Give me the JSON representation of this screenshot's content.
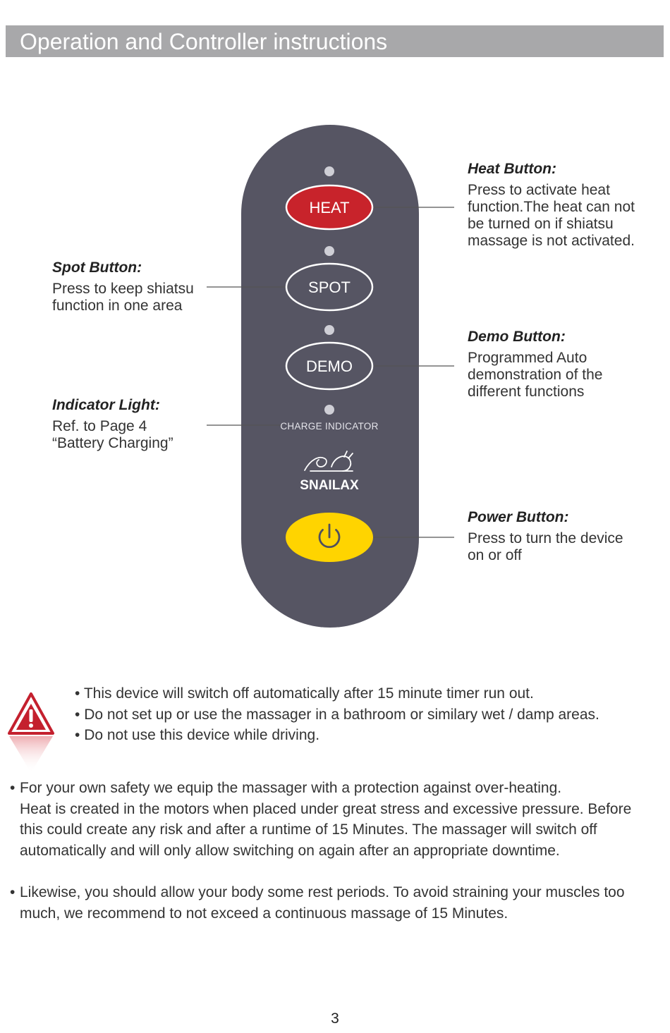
{
  "header": {
    "title": "Operation and Controller instructions"
  },
  "remote": {
    "buttons": {
      "heat": "HEAT",
      "spot": "SPOT",
      "demo": "DEMO"
    },
    "charge_indicator_label": "CHARGE INDICATOR",
    "brand": "SNAILAX",
    "colors": {
      "body": "#565563",
      "heat_button": "#c8232b",
      "power_button": "#ffd400",
      "indicator_light": "#cfcfd6"
    },
    "icons": {
      "power": "power-icon",
      "logo": "snail-logo-icon"
    }
  },
  "callouts": {
    "heat": {
      "title": "Heat Button:",
      "description": "Press to activate heat\nfunction.The heat can not\nbe turned on if shiatsu\nmassage is not activated."
    },
    "spot": {
      "title": "Spot Button:",
      "description": "Press to keep shiatsu\nfunction in one area"
    },
    "demo": {
      "title": "Demo Button:",
      "description": "Programmed Auto\ndemonstration of the\ndifferent functions"
    },
    "indicator": {
      "title": "Indicator Light:",
      "description": "Ref. to Page 4\n“Battery Charging”"
    },
    "power": {
      "title": "Power Button:",
      "description": "Press to turn the device\non or off"
    }
  },
  "warnings": {
    "icon": "warning-triangle-icon",
    "items": [
      "This device will switch off automatically after 15 minute timer run out.",
      "Do not set up or use the massager in a bathroom or similary wet / damp areas.",
      "Do not use this device while driving."
    ]
  },
  "paragraphs": [
    "For your own safety we equip  the massager with a protection against over-heating.\nHeat is created in the motors when placed under great stress and excessive pressure. Before\nthis could create any risk and after a runtime of 15 Minutes. The massager will switch off\nautomatically and will only allow switching on again after an appropriate downtime.",
    "Likewise, you should allow your body some rest periods. To avoid straining your muscles too\nmuch, we recommend to not exceed a continuous massage of 15 Minutes."
  ],
  "page_number": "3"
}
